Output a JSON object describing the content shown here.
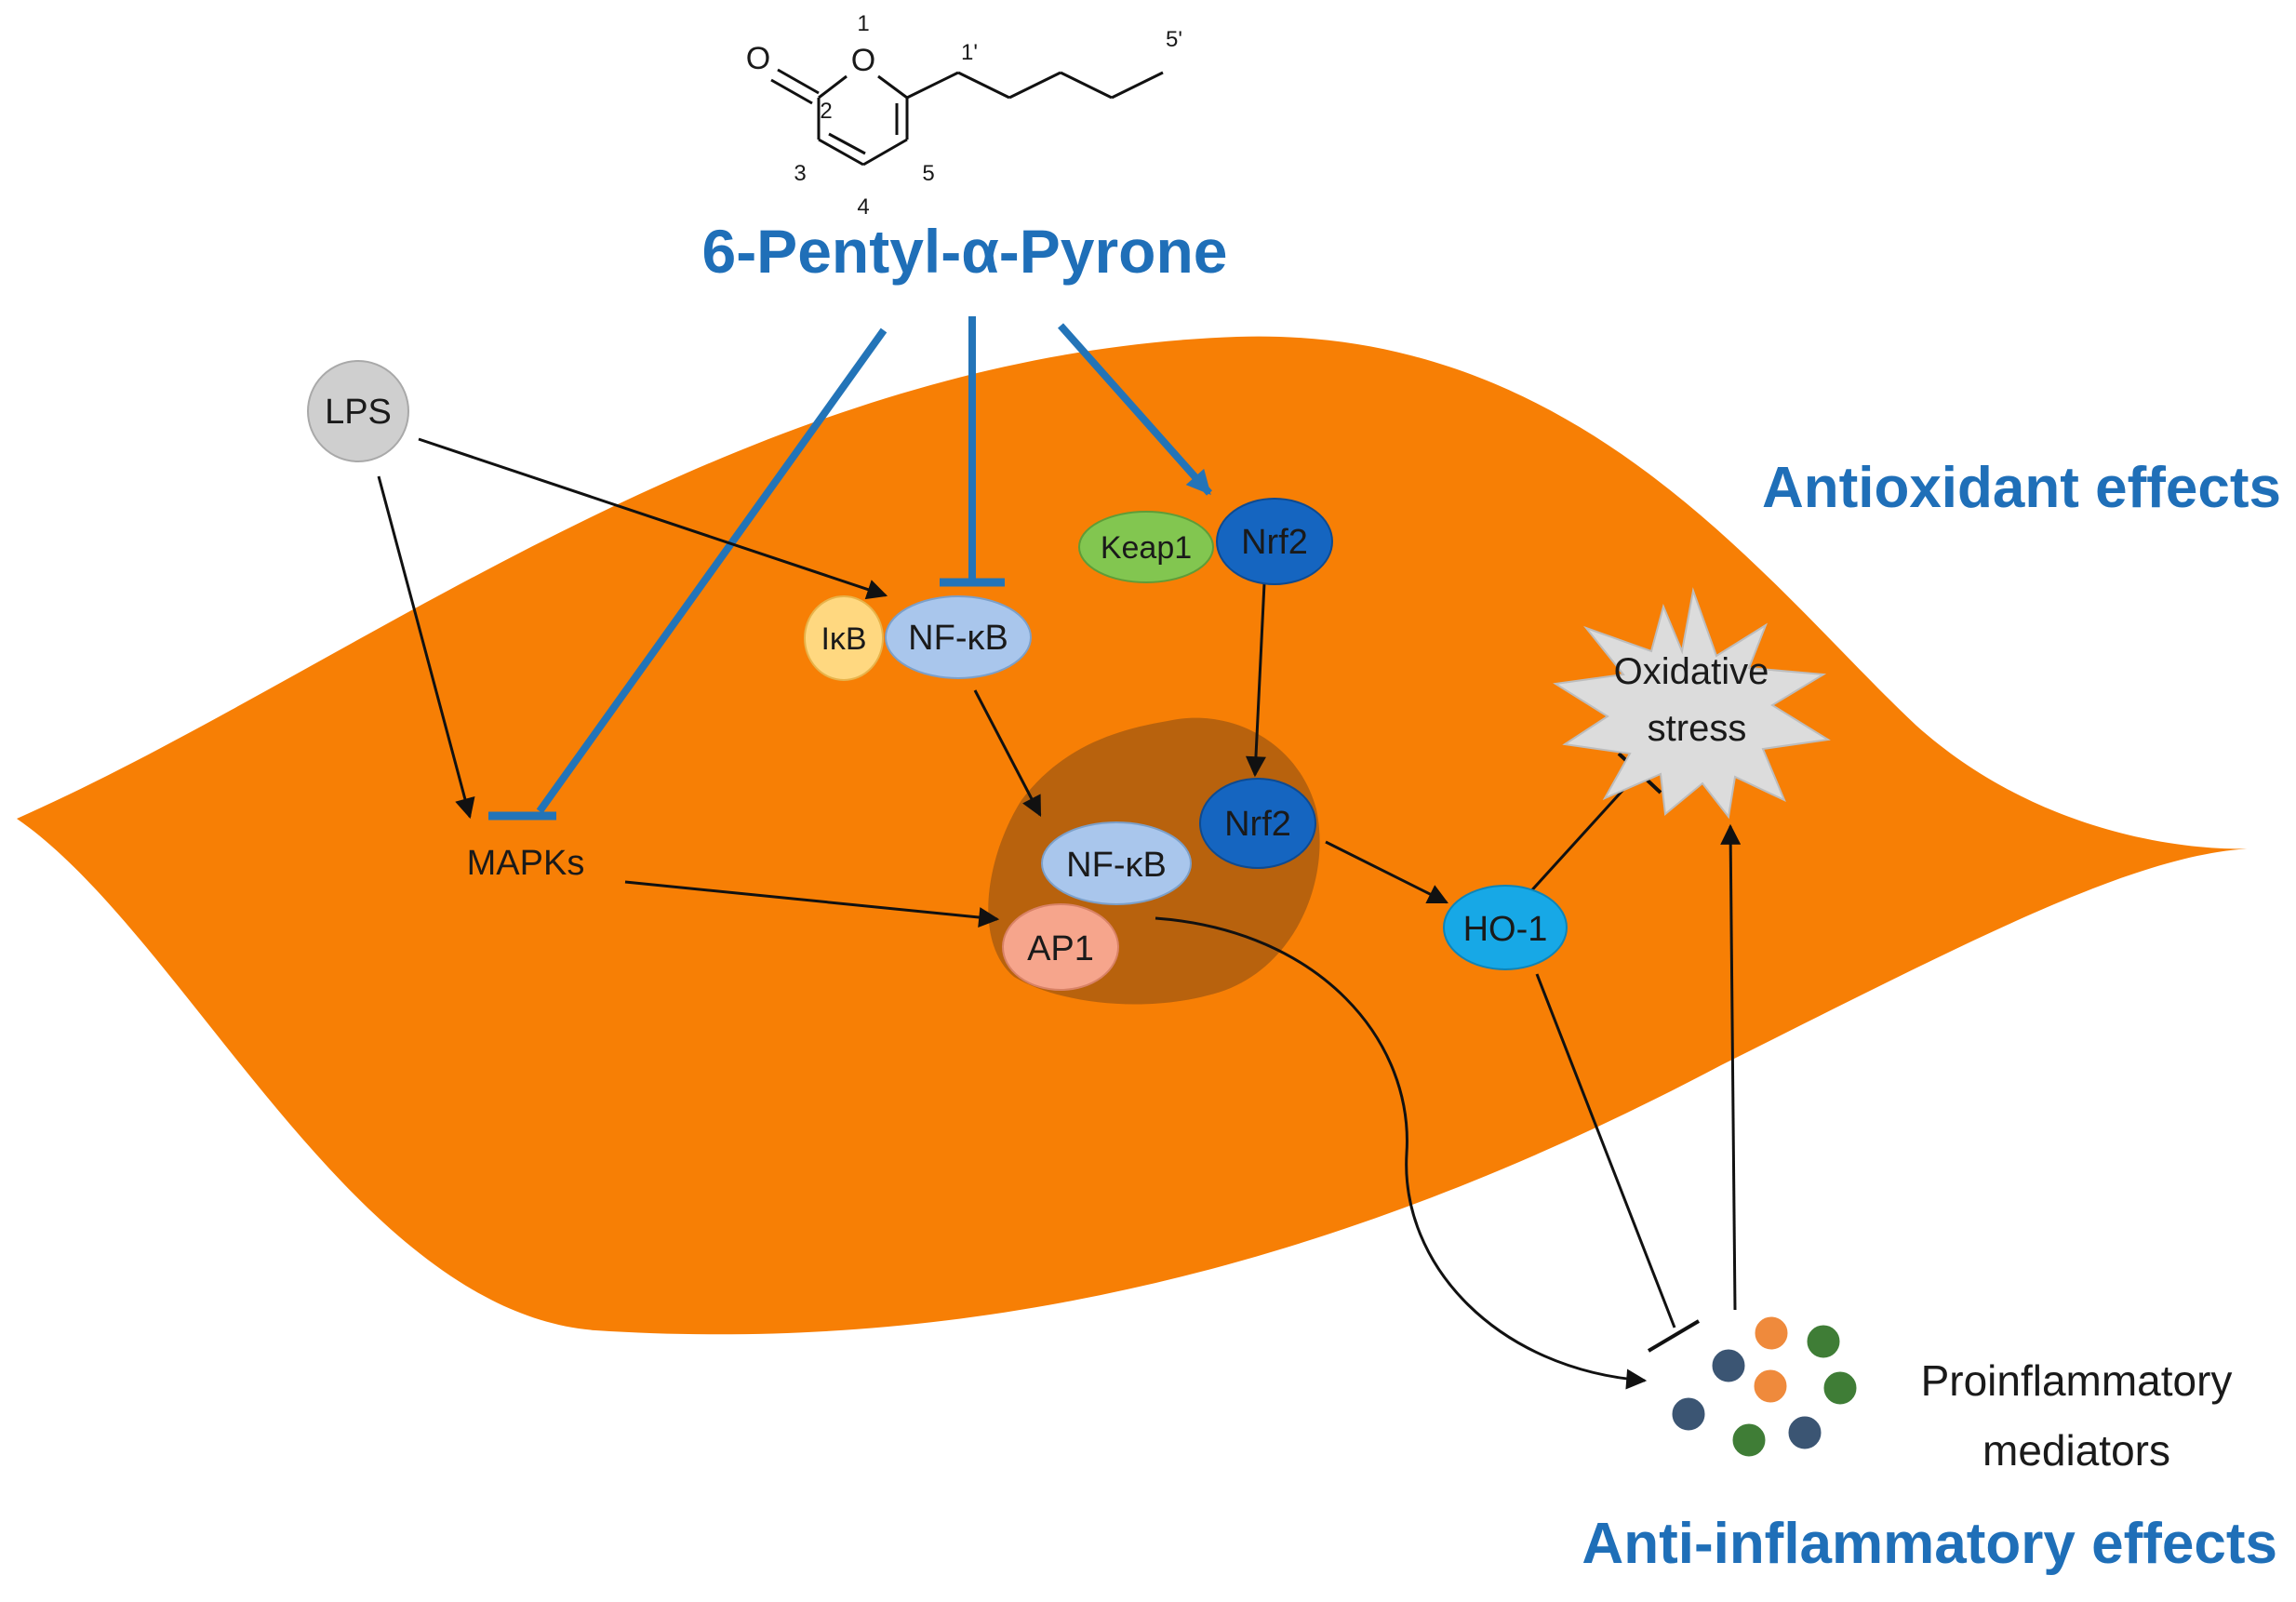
{
  "compound": {
    "name": "6-Pentyl-α-Pyrone",
    "atoms": {
      "o_carbonyl": "O",
      "o_ring": "O",
      "n1": "1",
      "n2": "2",
      "n3": "3",
      "n4": "4",
      "n5": "5",
      "n1p": "1'",
      "n5p": "5'"
    }
  },
  "nodes": {
    "lps": "LPS",
    "ikb": "IκB",
    "nfkb_cyto": "NF-κB",
    "keap1": "Keap1",
    "nrf2_cyto": "Nrf2",
    "mapks": "MAPKs",
    "nfkb_nuc": "NF-κB",
    "ap1": "AP1",
    "nrf2_nuc": "Nrf2",
    "ho1": "HO-1",
    "oxidative_line1": "Oxidative",
    "oxidative_line2": "stress",
    "proinflammatory_line1": "Proinflammatory",
    "proinflammatory_line2": "mediators"
  },
  "effects": {
    "antioxidant": "Antioxidant effects",
    "anti_inflammatory": "Anti-inflammatory effects"
  },
  "colors": {
    "cell": "#f77f05",
    "nucleus": "#b8620d",
    "blue_text": "#1f6fb8",
    "blue_arrow": "#2374b8",
    "lps": "#cfcfcf",
    "ikb": "#ffd880",
    "nfkb": "#a9c6ec",
    "keap1": "#82c650",
    "nrf2": "#1565c0",
    "ap1": "#f6a58c",
    "ho1": "#17a8e6",
    "dot_navy": "#3b5573",
    "dot_orange": "#ef8a3c",
    "dot_green": "#3f7d36"
  }
}
